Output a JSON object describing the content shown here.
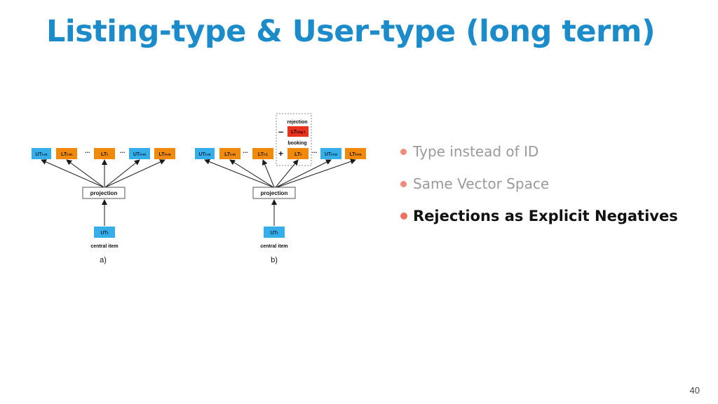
{
  "slide": {
    "title": "Listing-type & User-type (long term)",
    "page_number": "40"
  },
  "diagram": {
    "a": {
      "caption": "a)",
      "projection": "projection",
      "central_label": "central item",
      "ellipsis": "..."
    },
    "b": {
      "caption": "b)",
      "projection": "projection",
      "central_label": "central item",
      "rejection_label": "rejection",
      "booking_label": "booking",
      "minus": "–",
      "plus": "+",
      "ellipsis": "..."
    },
    "colors": {
      "user_type": "#35aee9",
      "listing_type": "#f08a0c",
      "rejection": "#e8321e",
      "arrow": "#1a1a1a"
    }
  },
  "bullets": [
    {
      "text": "Type instead of ID",
      "active": false
    },
    {
      "text": "Same Vector Space",
      "active": false
    },
    {
      "text": "Rejections as Explicit Negatives",
      "active": true
    }
  ]
}
